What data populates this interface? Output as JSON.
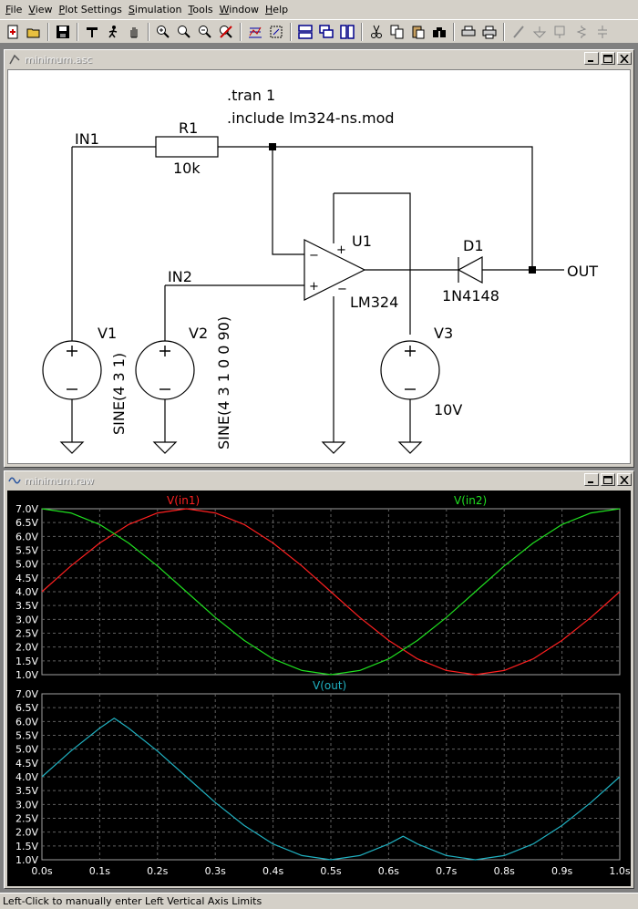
{
  "menu": [
    "File",
    "View",
    "Plot Settings",
    "Simulation",
    "Tools",
    "Window",
    "Help"
  ],
  "toolbar_icons": [
    "new-schematic-icon",
    "open-icon",
    "save-icon",
    "control-panel-icon",
    "run-icon",
    "pan-icon",
    "zoom-in-icon",
    "zoom-area-icon",
    "zoom-out-icon",
    "zoom-cancel-icon",
    "autorange-icon",
    "fit-icon",
    "tile-horizontal-icon",
    "cascade-icon",
    "tile-vertical-icon",
    "cut-icon",
    "copy-icon",
    "paste-icon",
    "find-icon",
    "print-setup-icon",
    "print-icon",
    "draw-wire-icon",
    "ground-icon",
    "label-net-icon",
    "resistor-icon",
    "capacitor-icon"
  ],
  "schematic": {
    "title": "minimum.asc",
    "directive_tran": ".tran 1",
    "directive_include": ".include lm324-ns.mod",
    "r1_name": "R1",
    "r1_value": "10k",
    "in1_label": "IN1",
    "in2_label": "IN2",
    "u1_name": "U1",
    "u1_value": "LM324",
    "d1_name": "D1",
    "d1_value": "1N4148",
    "out_label": "OUT",
    "v1_name": "V1",
    "v1_value": "SINE(4 3 1)",
    "v2_name": "V2",
    "v2_value": "SINE(4 3 1 0 0 90)",
    "v3_name": "V3",
    "v3_value": "10V"
  },
  "waveform": {
    "title": "minimum.raw",
    "colors": {
      "in1": "#ff2020",
      "in2": "#20e020",
      "out": "#20b0c0",
      "grid": "#606060",
      "axis_text": "#ffffff"
    }
  },
  "chart_data": [
    {
      "type": "line",
      "x_ticks": [
        "0.0s",
        "0.1s",
        "0.2s",
        "0.3s",
        "0.4s",
        "0.5s",
        "0.6s",
        "0.7s",
        "0.8s",
        "0.9s",
        "1.0s"
      ],
      "y_ticks": [
        "1.0V",
        "1.5V",
        "2.0V",
        "2.5V",
        "3.0V",
        "3.5V",
        "4.0V",
        "4.5V",
        "5.0V",
        "5.5V",
        "6.0V",
        "6.5V",
        "7.0V"
      ],
      "xlim": [
        0,
        1
      ],
      "ylim": [
        1,
        7
      ],
      "series": [
        {
          "name": "V(in1)",
          "x": [
            0,
            0.05,
            0.1,
            0.15,
            0.2,
            0.25,
            0.3,
            0.35,
            0.4,
            0.45,
            0.5,
            0.55,
            0.6,
            0.65,
            0.7,
            0.75,
            0.8,
            0.85,
            0.9,
            0.95,
            1.0
          ],
          "values": [
            4.0,
            4.93,
            5.76,
            6.43,
            6.85,
            7.0,
            6.85,
            6.43,
            5.76,
            4.93,
            4.0,
            3.07,
            2.24,
            1.57,
            1.15,
            1.0,
            1.15,
            1.57,
            2.24,
            3.07,
            4.0
          ]
        },
        {
          "name": "V(in2)",
          "x": [
            0,
            0.05,
            0.1,
            0.15,
            0.2,
            0.25,
            0.3,
            0.35,
            0.4,
            0.45,
            0.5,
            0.55,
            0.6,
            0.65,
            0.7,
            0.75,
            0.8,
            0.85,
            0.9,
            0.95,
            1.0
          ],
          "values": [
            7.0,
            6.85,
            6.43,
            5.76,
            4.93,
            4.0,
            3.07,
            2.24,
            1.57,
            1.15,
            1.0,
            1.15,
            1.57,
            2.24,
            3.07,
            4.0,
            4.93,
            5.76,
            6.43,
            6.85,
            7.0
          ]
        }
      ]
    },
    {
      "type": "line",
      "x_ticks": [
        "0.0s",
        "0.1s",
        "0.2s",
        "0.3s",
        "0.4s",
        "0.5s",
        "0.6s",
        "0.7s",
        "0.8s",
        "0.9s",
        "1.0s"
      ],
      "y_ticks": [
        "1.0V",
        "1.5V",
        "2.0V",
        "2.5V",
        "3.0V",
        "3.5V",
        "4.0V",
        "4.5V",
        "5.0V",
        "5.5V",
        "6.0V",
        "6.5V",
        "7.0V"
      ],
      "xlim": [
        0,
        1
      ],
      "ylim": [
        1,
        7
      ],
      "series": [
        {
          "name": "V(out)",
          "x": [
            0,
            0.05,
            0.1,
            0.125,
            0.15,
            0.2,
            0.25,
            0.3,
            0.35,
            0.4,
            0.45,
            0.5,
            0.55,
            0.6,
            0.625,
            0.65,
            0.7,
            0.75,
            0.8,
            0.85,
            0.9,
            0.95,
            1.0
          ],
          "values": [
            4.0,
            4.93,
            5.76,
            6.12,
            5.76,
            4.93,
            4.0,
            3.07,
            2.24,
            1.57,
            1.15,
            1.0,
            1.15,
            1.57,
            1.85,
            1.57,
            1.15,
            1.0,
            1.15,
            1.57,
            2.24,
            3.07,
            4.0
          ]
        }
      ]
    }
  ],
  "status_text": "Left-Click to manually enter Left Vertical Axis Limits"
}
